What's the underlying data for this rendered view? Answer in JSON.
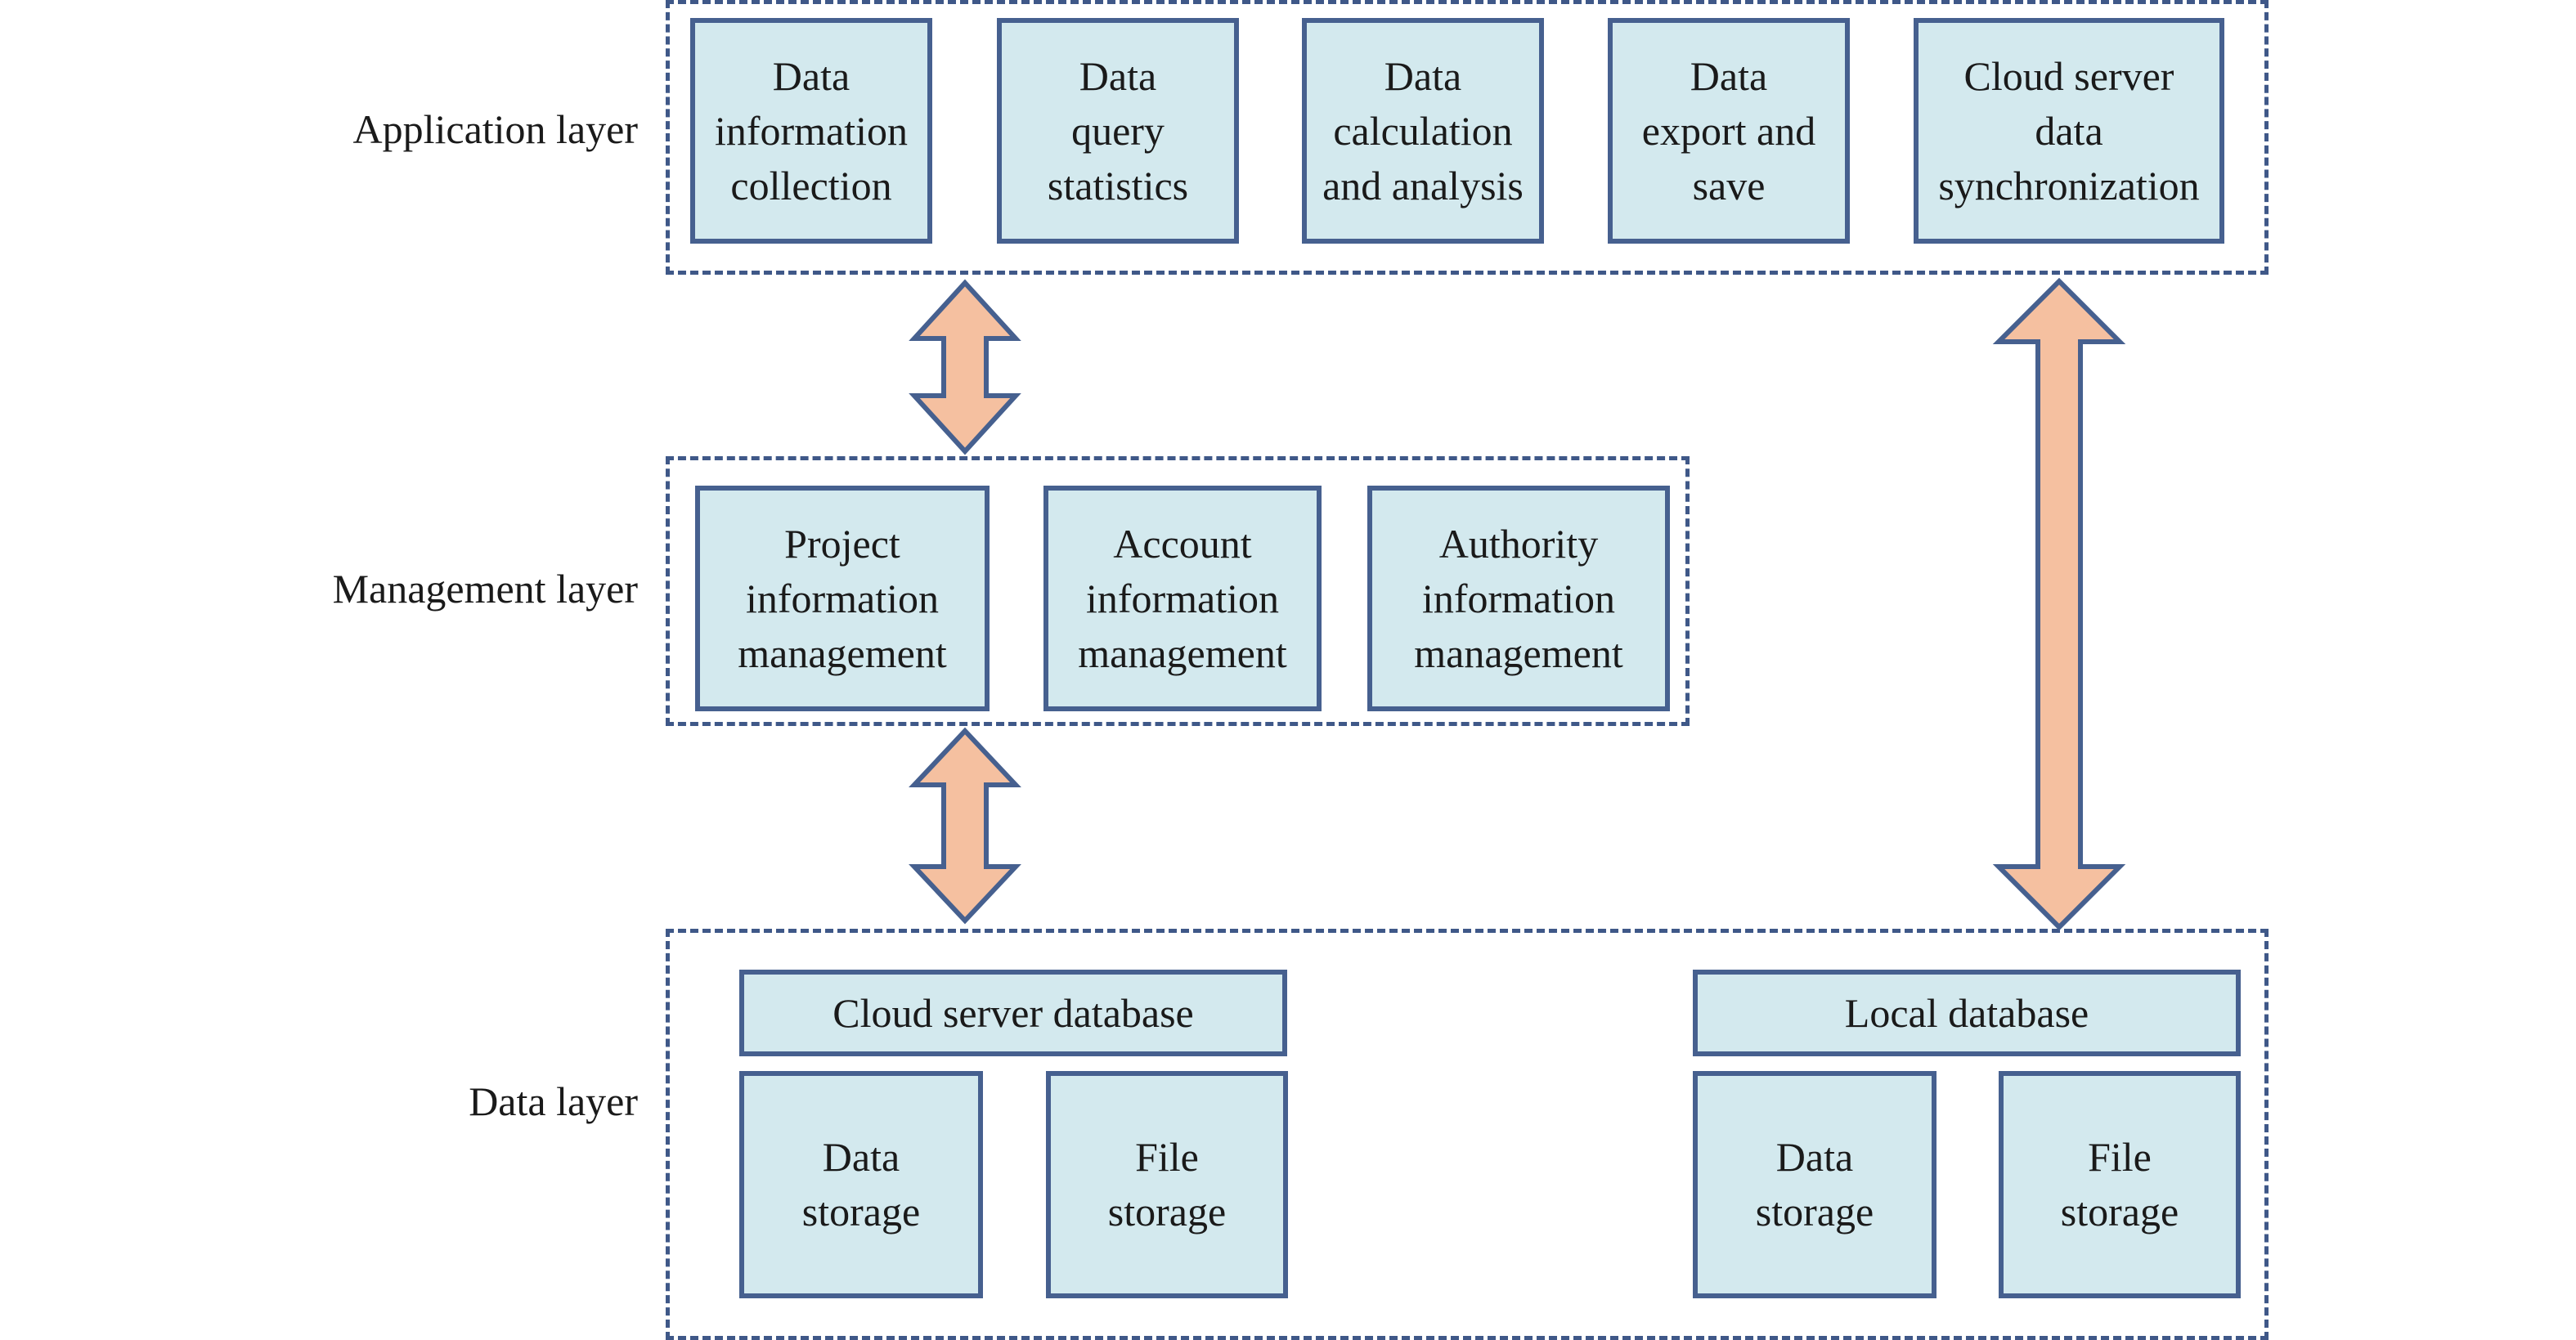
{
  "layers": {
    "application": "Application layer",
    "management": "Management layer",
    "data": "Data layer"
  },
  "application_modules": [
    "Data\ninformation\ncollection",
    "Data\nquery\nstatistics",
    "Data\ncalculation\nand analysis",
    "Data\nexport and\nsave",
    "Cloud server\ndata\nsynchronization"
  ],
  "management_modules": [
    "Project\ninformation\nmanagement",
    "Account\ninformation\nmanagement",
    "Authority\ninformation\nmanagement"
  ],
  "data_sources": {
    "cloud": {
      "title": "Cloud server database",
      "data_storage": "Data\nstorage",
      "file_storage": "File\nstorage"
    },
    "local": {
      "title": "Local database",
      "data_storage": "Data\nstorage",
      "file_storage": "File\nstorage"
    }
  },
  "colors": {
    "box_fill": "#d3e9ee",
    "box_border": "#46608f",
    "dashed_border": "#3f5888",
    "arrow_fill": "#f5c0a0"
  }
}
